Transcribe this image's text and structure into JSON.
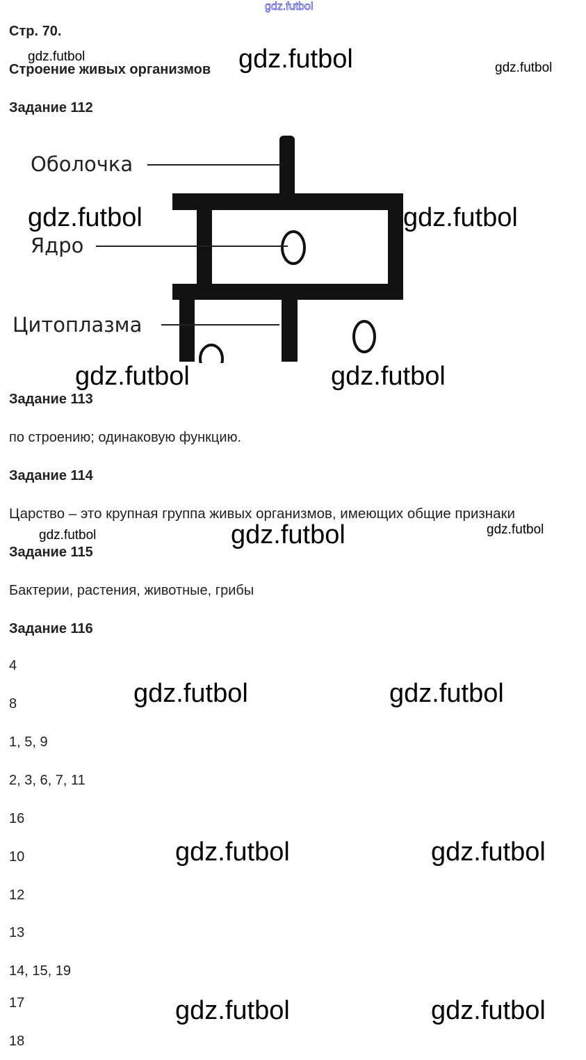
{
  "watermark": "gdz.futbol",
  "page_label": "Стр. 70.",
  "topic": "Строение живых организмов",
  "tasks": {
    "t112": {
      "title": "Задание 112",
      "diagram_labels": [
        "Оболочка",
        "Ядро",
        "Цитоплазма"
      ]
    },
    "t113": {
      "title": "Задание 113",
      "answer": "по строению; одинаковую функцию."
    },
    "t114": {
      "title": "Задание 114",
      "answer": "Царство – это крупная группа живых организмов, имеющих общие признаки"
    },
    "t115": {
      "title": "Задание 115",
      "answer": "Бактерии, растения, животные, грибы"
    },
    "t116": {
      "title": "Задание 116",
      "answers": [
        "4",
        "8",
        "1, 5, 9",
        "2, 3, 6, 7, 11",
        "16",
        "10",
        "12",
        "13",
        "14, 15, 19",
        "17",
        "18"
      ]
    }
  }
}
